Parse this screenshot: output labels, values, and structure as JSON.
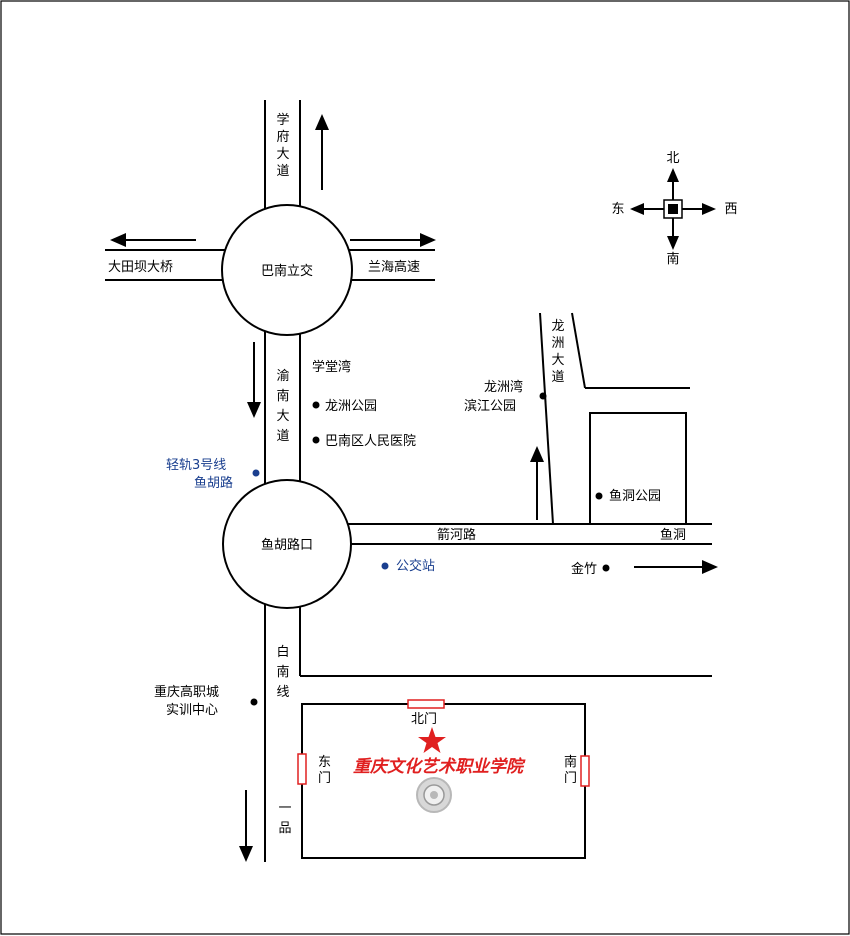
{
  "compass": {
    "north": "北",
    "south": "南",
    "east": "东",
    "west": "西"
  },
  "interchanges": {
    "upper": "巴南立交",
    "lower": "鱼胡路口"
  },
  "roads": {
    "xuefu": "学府大道",
    "yunan": "渝南大道",
    "datianba": "大田坝大桥",
    "lanhai": "兰海高速",
    "longzhou": "龙洲大道",
    "jianhe": "箭河路",
    "yudong": "鱼洞",
    "bainan": "白南线",
    "yipin": "一品"
  },
  "pois": {
    "xuetangwan": "学堂湾",
    "longzhou_park": "龙洲公园",
    "hospital": "巴南区人民医院",
    "longzhouwan_1": "龙洲湾",
    "longzhouwan_2": "滨江公园",
    "yudong_park": "鱼洞公园",
    "jinzhu": "金竹",
    "vocational_1": "重庆高职城",
    "vocational_2": "实训中心"
  },
  "transit": {
    "rail_1": "轻轨3号线",
    "rail_2": "鱼胡路",
    "bus": "公交站"
  },
  "campus": {
    "name": "重庆文化艺术职业学院",
    "north_gate": "北门",
    "south_gate_1": "南",
    "south_gate_2": "门",
    "east_gate_1": "东",
    "east_gate_2": "门"
  },
  "colors": {
    "star": "#e02020",
    "campus_name": "#e02020",
    "transit": "#1a3f8f"
  }
}
